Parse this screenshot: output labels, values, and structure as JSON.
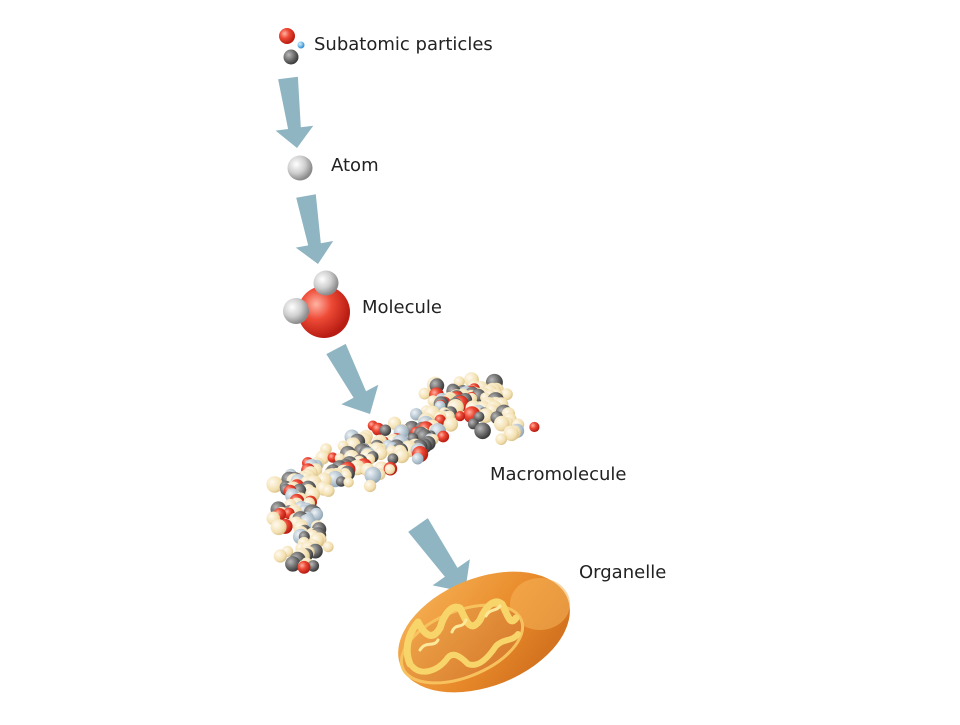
{
  "diagram": {
    "levels": [
      {
        "id": "subatomic",
        "label": "Subatomic particles"
      },
      {
        "id": "atom",
        "label": "Atom"
      },
      {
        "id": "molecule",
        "label": "Molecule"
      },
      {
        "id": "macromolecule",
        "label": "Macromolecule"
      },
      {
        "id": "organelle",
        "label": "Organelle"
      }
    ],
    "colors": {
      "arrow": "#8fb5c2",
      "oxygen": "#e0322a",
      "hydrogen": "#d9d9d9",
      "carbon": "#4d4d55",
      "cream": "#f3e2b8",
      "organelle_outer": "#e88a2a",
      "organelle_inner": "#f5c542"
    }
  }
}
